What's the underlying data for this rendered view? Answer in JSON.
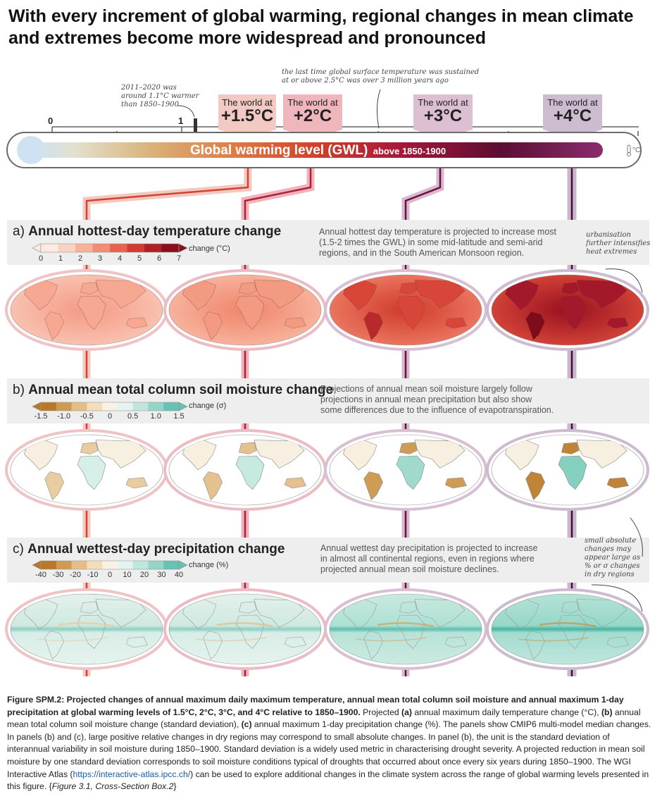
{
  "title": "With every increment of global warming, regional changes in mean climate and extremes become more widespread and pronounced",
  "thermometer": {
    "label_main": "Global warming level (GWL)",
    "label_sub": "above 1850-1900",
    "unit": "°C",
    "tick_0": "0",
    "tick_1": "1",
    "note_2011": "2011–2020 was around 1.1°C warmer than 1850–1900",
    "note_2011_l1": "2011–2020 was",
    "note_2011_l2": "around 1.1°C warmer",
    "note_2011_l3": "than 1850–1900",
    "note_3my_l1": "the last time global surface temperature was sustained",
    "note_3my_l2": "at or above 2.5°C was over 3 million years ago"
  },
  "gwl_levels": [
    {
      "top": "The world at",
      "value": "+1.5°C",
      "color": "#f3c9c3"
    },
    {
      "top": "The world at",
      "value": "+2°C",
      "color": "#efb6bb"
    },
    {
      "top": "The world at",
      "value": "+3°C",
      "color": "#dcbfd3"
    },
    {
      "top": "The world at",
      "value": "+4°C",
      "color": "#cdbcd0"
    }
  ],
  "panels": {
    "a": {
      "letter": "a)",
      "title": "Annual hottest-day temperature change",
      "unit": "change (°C)",
      "ticks": [
        "0",
        "1",
        "2",
        "3",
        "4",
        "5",
        "6",
        "7"
      ],
      "desc_l1": "Annual hottest day temperature is projected to increase most",
      "desc_l2": "(1.5-2 times the GWL) in some mid-latitude and semi-arid",
      "desc_l3": "regions, and in the South American Monsoon region.",
      "side_l1": "urbanisation",
      "side_l2": "further intensifies",
      "side_l3": "heat extremes",
      "colors": [
        "#fde9e2",
        "#fbd3c4",
        "#f8b29c",
        "#f38c73",
        "#e8624f",
        "#d33a33",
        "#b01e28",
        "#8a0f1d"
      ]
    },
    "b": {
      "letter": "b)",
      "title": "Annual mean total column soil moisture change",
      "unit": "change (σ)",
      "ticks": [
        "-1.5",
        "-1.0",
        "-0.5",
        "0",
        "0.5",
        "1.0",
        "1.5"
      ],
      "desc_l1": "Projections of annual mean soil moisture largely follow",
      "desc_l2": "projections in annual mean precipitation but also show",
      "desc_l3": "some differences due to the influence of evapotranspiration.",
      "colors": [
        "#b9772a",
        "#d09a52",
        "#e3bf85",
        "#f2dfba",
        "#f7f2e4",
        "#e4f3ef",
        "#bfe6dd",
        "#93d6c8",
        "#66c3b3"
      ]
    },
    "c": {
      "letter": "c)",
      "title": "Annual wettest-day precipitation change",
      "unit": "change (%)",
      "ticks": [
        "-40",
        "-30",
        "-20",
        "-10",
        "0",
        "10",
        "20",
        "30",
        "40"
      ],
      "desc_l1": "Annual wettest day precipitation is projected to increase",
      "desc_l2": "in almost all continental regions, even in regions where",
      "desc_l3": "projected annual mean soil moisture declines.",
      "side_l1": "small absolute",
      "side_l2": "changes may",
      "side_l3": "appear large as",
      "side_l4": "% or σ changes",
      "side_l5": "in dry regions",
      "colors": [
        "#b9772a",
        "#d09a52",
        "#e3bf85",
        "#f2dfba",
        "#f7f2e4",
        "#e4f3ef",
        "#bfe6dd",
        "#93d6c8",
        "#66c3b3"
      ]
    }
  },
  "caption": {
    "bold_head": "Figure SPM.2: Projected changes of annual maximum daily maximum temperature, annual mean total column soil moisture and annual maximum 1-day precipitation at global warming levels of 1.5°C, 2°C, 3°C, and 4°C relative to 1850–1900.",
    "t1": " Projected ",
    "b1": "(a)",
    "t2": " annual maximum daily temperature change (°C), ",
    "b2": "(b)",
    "t3": " annual mean total column soil moisture change (standard deviation), ",
    "b3": "(c)",
    "t4": " annual maximum 1-day precipitation change (%). The panels show CMIP6 multi-model median changes. In panels (b) and (c), large positive relative changes in dry regions may correspond to small absolute changes. In panel (b), the unit is the standard deviation of interannual variability in soil moisture during 1850–1900. Standard deviation is a widely used metric in characterising drought severity. A projected reduction in mean soil moisture by one standard deviation corresponds to soil moisture conditions typical of droughts that occurred about once every six years during 1850–1900. The WGI Interactive Atlas (",
    "link": "https://interactive-atlas.ipcc.ch/",
    "t5": ") can be used to explore additional changes in the climate system across the range of global warming levels presented in this figure. {",
    "ref": "Figure 3.1, Cross-Section Box.2",
    "t6": "}"
  }
}
